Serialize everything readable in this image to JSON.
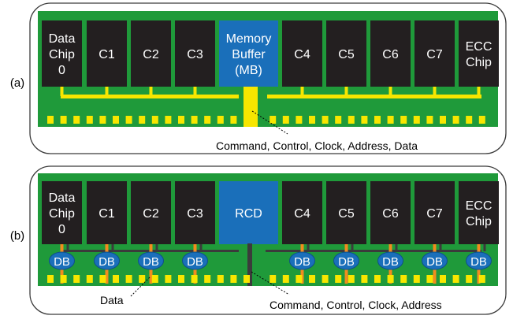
{
  "diagram_a": {
    "label": "(a)",
    "chips": [
      "Data\nChip\n0",
      "C1",
      "C2",
      "C3",
      "Memory\nBuffer\n(MB)",
      "C4",
      "C5",
      "C6",
      "C7",
      "ECC\nChip"
    ],
    "annotation": "Command, Control, Clock, Address, Data"
  },
  "diagram_b": {
    "label": "(b)",
    "chips": [
      "Data\nChip\n0",
      "C1",
      "C2",
      "C3",
      "RCD",
      "C4",
      "C5",
      "C6",
      "C7",
      "ECC\nChip"
    ],
    "db_label": "DB",
    "data_label": "Data",
    "annotation": "Command, Control, Clock, Address"
  },
  "colors": {
    "board": "#1f9a3a",
    "chip": "#231f20",
    "center_chip": "#1a6fba",
    "bus": "#f7e600",
    "pin": "#f7e600",
    "orange_wire": "#f28c1e",
    "dark_wire": "#3b3b3b",
    "db_fill": "#1a6fba",
    "outline": "#3a3a3a"
  }
}
